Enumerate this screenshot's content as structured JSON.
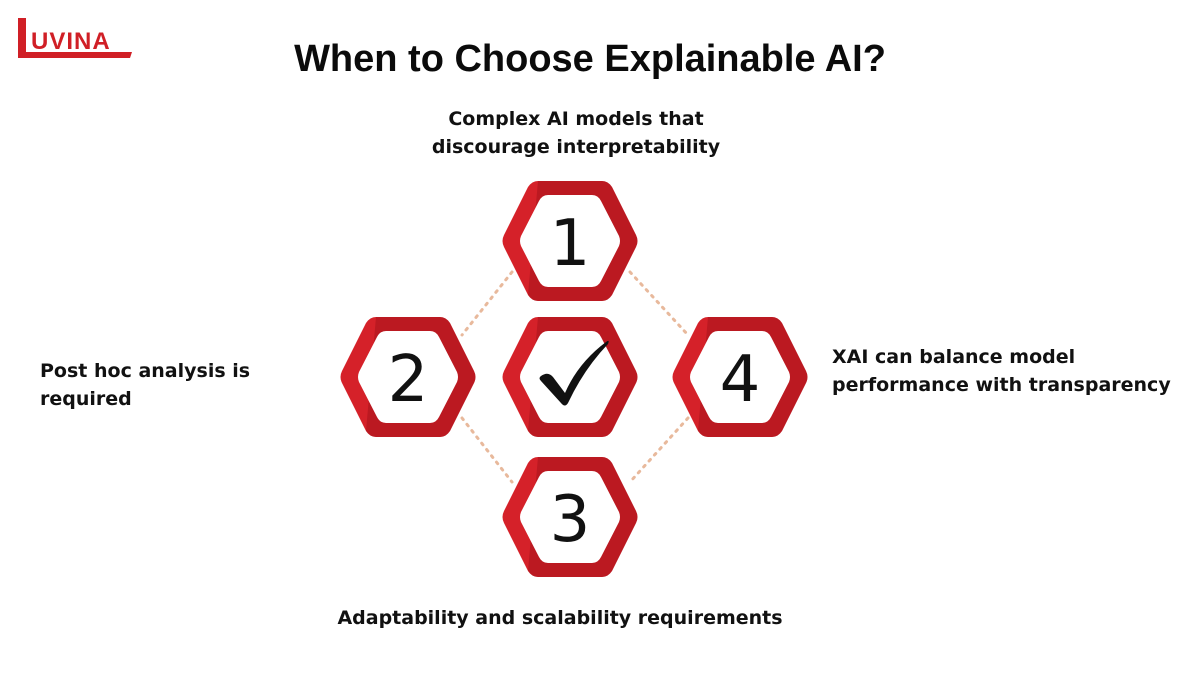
{
  "logo": {
    "text": "UVINA",
    "letter": "L",
    "color": "#d01f26"
  },
  "title": "When to Choose Explainable AI?",
  "colors": {
    "hex_red": "#d52129",
    "hex_dark_red": "#9b1018",
    "hex_white": "#ffffff",
    "connector": "#e8b99c",
    "text": "#111111"
  },
  "center": {
    "icon": "checkmark-icon"
  },
  "items": [
    {
      "number": "1",
      "lines": [
        "Complex AI models that",
        "discourage interpretability"
      ]
    },
    {
      "number": "2",
      "lines": [
        "Post hoc analysis is required"
      ]
    },
    {
      "number": "3",
      "lines": [
        "Adaptability and scalability requirements"
      ]
    },
    {
      "number": "4",
      "lines": [
        "XAI can balance model",
        "performance with transparency"
      ]
    }
  ]
}
